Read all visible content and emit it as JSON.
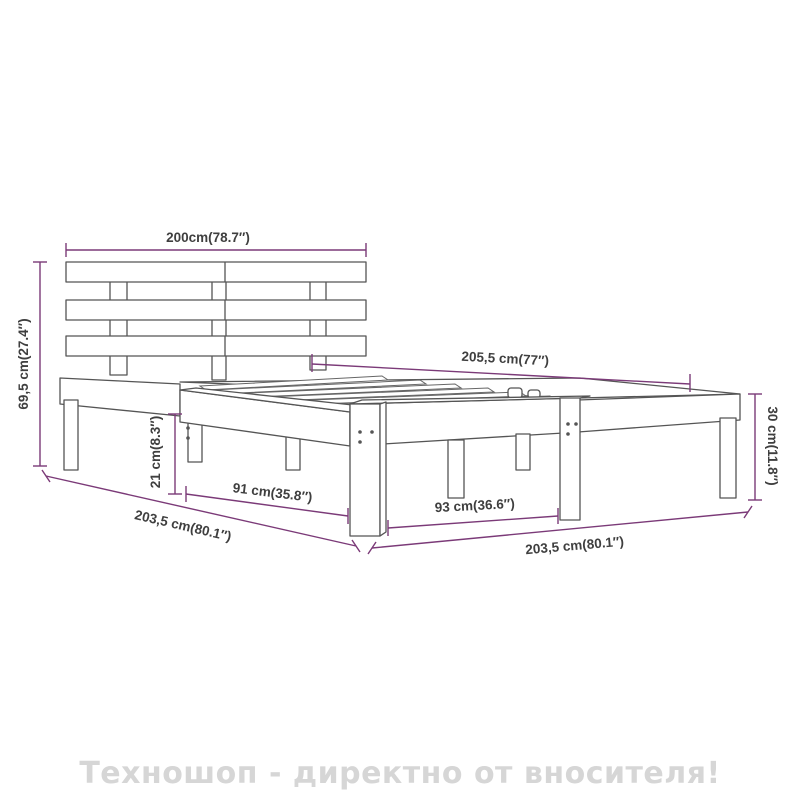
{
  "dimensions": {
    "headboard_width": "200cm(78.7″)",
    "total_height": "69,5 cm(27.4″)",
    "inner_length": "205,5 cm(77″)",
    "foot_height": "30 cm(11.8″)",
    "clearance": "21 cm(8.3″)",
    "leg_gap_side": "91 cm(35.8″)",
    "leg_gap_foot": "93 cm(36.6″)",
    "side_length": "203,5 cm(80.1″)",
    "front_length": "203,5 cm(80.1″)"
  },
  "watermark": "Техношоп - директно от вносителя!",
  "colors": {
    "dimension_line": "#7b3a78",
    "outline": "#555555",
    "watermark": "#d6d6d6"
  }
}
